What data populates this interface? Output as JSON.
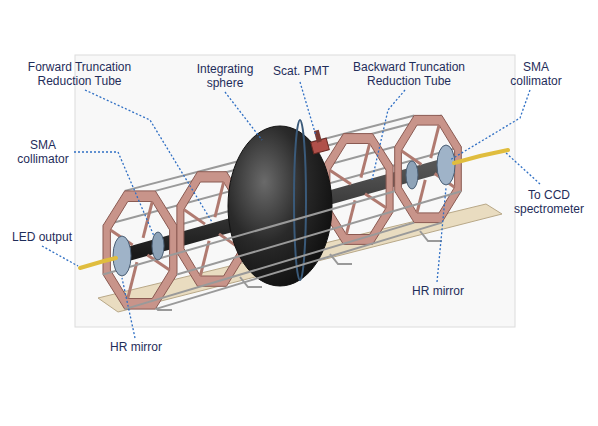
{
  "diagram": {
    "labels": [
      "Forward Truncation Reduction Tube",
      "Integrating sphere",
      "Scat. PMT",
      "Backward Truncation Reduction Tube",
      "SMA collimator",
      "SMA collimator",
      "To CCD spectrometer",
      "LED output",
      "HR mirror",
      "HR mirror"
    ]
  }
}
